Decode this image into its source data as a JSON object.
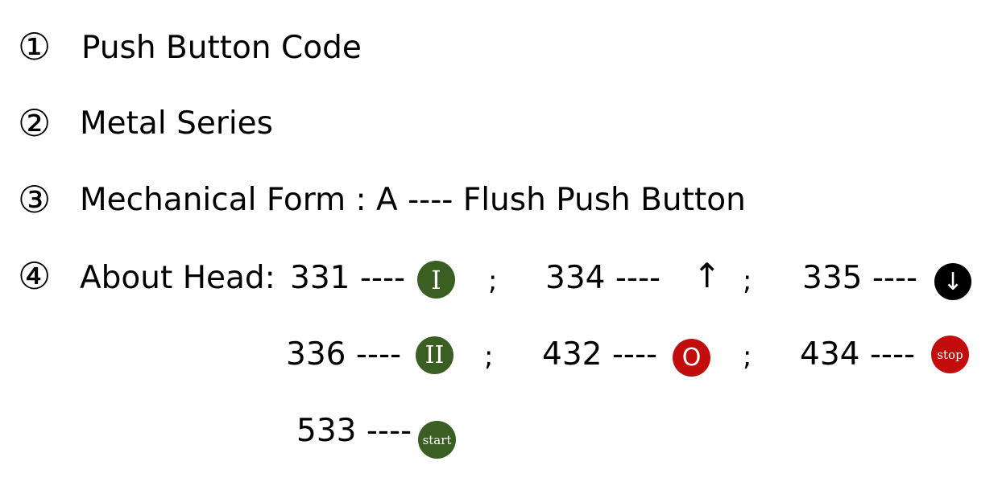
{
  "colors": {
    "green": "#3b5e23",
    "red": "#c30d0d",
    "black": "#000000"
  },
  "items": [
    {
      "marker": "①",
      "text": "Push Button Code"
    },
    {
      "marker": "②",
      "text": "Metal Series"
    },
    {
      "marker": "③",
      "text": "Mechanical Form : A ---- Flush Push Button"
    },
    {
      "marker": "④",
      "text": "About Head:"
    }
  ],
  "separator": ";",
  "heads": [
    {
      "code": "331 ----",
      "icon": "i-symbol-icon",
      "symbol": "I"
    },
    {
      "code": "334 ----",
      "icon": "up-arrow-icon",
      "symbol": "↑"
    },
    {
      "code": "335 ----",
      "icon": "down-arrow-icon",
      "symbol": "↓"
    },
    {
      "code": "336 ----",
      "icon": "pause-symbol-icon",
      "symbol": "II"
    },
    {
      "code": "432 ----",
      "icon": "o-symbol-icon",
      "symbol": "O"
    },
    {
      "code": "434 ----",
      "icon": "stop-icon",
      "symbol": "stop"
    },
    {
      "code": "533 ----",
      "icon": "start-icon",
      "symbol": "start"
    }
  ]
}
